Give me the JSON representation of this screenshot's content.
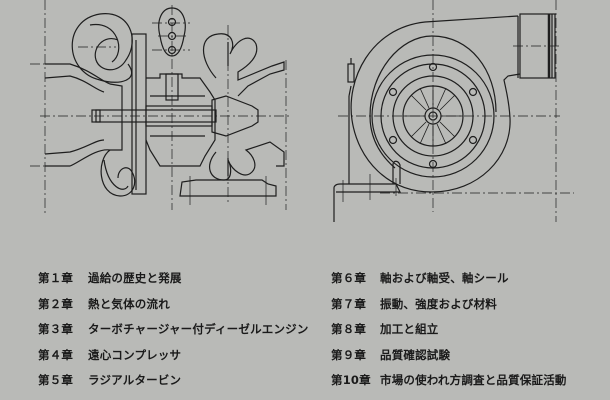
{
  "page": {
    "background": "#b9bab7",
    "ink": "#1a1a1a"
  },
  "figures": {
    "left": {
      "description": "turbocharger cross-section technical drawing",
      "icon": "turbocharger-section-drawing"
    },
    "right": {
      "description": "turbocharger compressor housing front view drawing",
      "icon": "turbocharger-front-view-drawing"
    }
  },
  "toc": {
    "left": [
      {
        "chapter": "第１章",
        "title": "過給の歴史と発展"
      },
      {
        "chapter": "第２章",
        "title": "熱と気体の流れ"
      },
      {
        "chapter": "第３章",
        "title": "ターボチャージャー付ディーゼルエンジン"
      },
      {
        "chapter": "第４章",
        "title": "遠心コンプレッサ"
      },
      {
        "chapter": "第５章",
        "title": "ラジアルタービン"
      }
    ],
    "right": [
      {
        "chapter": "第６章",
        "title": "軸および軸受、軸シール"
      },
      {
        "chapter": "第７章",
        "title": "振動、強度および材料"
      },
      {
        "chapter": "第８章",
        "title": "加工と組立"
      },
      {
        "chapter": "第９章",
        "title": "品質確認試験"
      },
      {
        "chapter": "第10章",
        "title": "市場の使われ方調査と品質保証活動"
      }
    ]
  }
}
